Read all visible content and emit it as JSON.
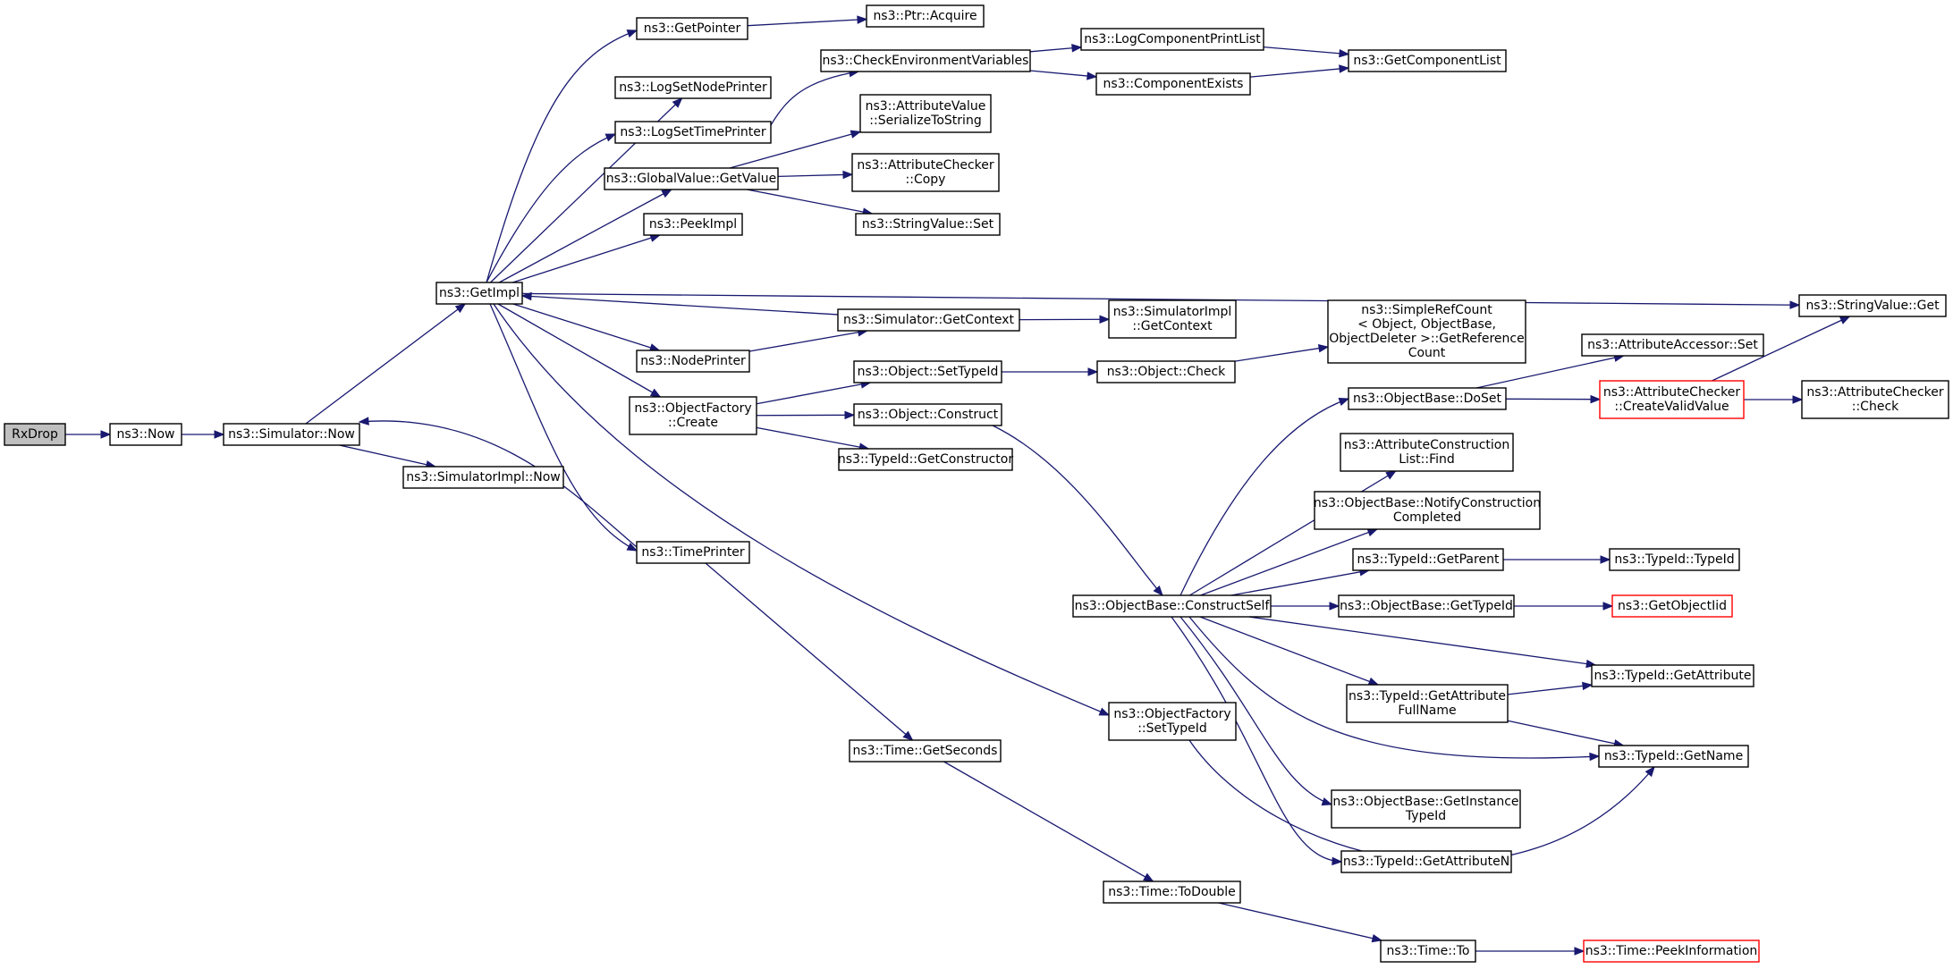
{
  "colors": {
    "edge": "#191970",
    "truncated_border": "#ff0000",
    "root_fill": "#bfbfbf"
  },
  "nodes": [
    {
      "id": "rxdrop",
      "lines": [
        "RxDrop"
      ],
      "style": "root"
    },
    {
      "id": "now",
      "lines": [
        "ns3::Now"
      ]
    },
    {
      "id": "simnow",
      "lines": [
        "ns3::Simulator::Now"
      ]
    },
    {
      "id": "getimpl",
      "lines": [
        "ns3::GetImpl"
      ]
    },
    {
      "id": "simimplnow",
      "lines": [
        "ns3::SimulatorImpl::Now"
      ]
    },
    {
      "id": "getpointer",
      "lines": [
        "ns3::GetPointer"
      ]
    },
    {
      "id": "ptracquire",
      "lines": [
        "ns3::Ptr::Acquire"
      ]
    },
    {
      "id": "logsetnodeprinter",
      "lines": [
        "ns3::LogSetNodePrinter"
      ]
    },
    {
      "id": "logsettimeprinter",
      "lines": [
        "ns3::LogSetTimePrinter"
      ]
    },
    {
      "id": "checkenv",
      "lines": [
        "ns3::CheckEnvironmentVariables"
      ]
    },
    {
      "id": "logcomponentprintlist",
      "lines": [
        "ns3::LogComponentPrintList"
      ]
    },
    {
      "id": "componentexists",
      "lines": [
        "ns3::ComponentExists"
      ]
    },
    {
      "id": "getcomponentlist",
      "lines": [
        "ns3::GetComponentList"
      ]
    },
    {
      "id": "globalvaluegetvalue",
      "lines": [
        "ns3::GlobalValue::GetValue"
      ]
    },
    {
      "id": "attrvalueserialize",
      "lines": [
        "ns3::AttributeValue",
        "::SerializeToString"
      ]
    },
    {
      "id": "attrcheckercopy",
      "lines": [
        "ns3::AttributeChecker",
        "::Copy"
      ]
    },
    {
      "id": "stringvalueset",
      "lines": [
        "ns3::StringValue::Set"
      ]
    },
    {
      "id": "peekimpl",
      "lines": [
        "ns3::PeekImpl"
      ]
    },
    {
      "id": "stringvalueget",
      "lines": [
        "ns3::StringValue::Get"
      ]
    },
    {
      "id": "simgetcontext",
      "lines": [
        "ns3::Simulator::GetContext"
      ]
    },
    {
      "id": "simimplgetcontext",
      "lines": [
        "ns3::SimulatorImpl",
        "::GetContext"
      ]
    },
    {
      "id": "nodeprinter",
      "lines": [
        "ns3::NodePrinter"
      ]
    },
    {
      "id": "simplerefcount",
      "lines": [
        "ns3::SimpleRefCount",
        "< Object, ObjectBase,",
        " ObjectDeleter >::GetReference",
        "Count"
      ]
    },
    {
      "id": "objectfactorycreate",
      "lines": [
        "ns3::ObjectFactory",
        "::Create"
      ]
    },
    {
      "id": "objectsettypeid",
      "lines": [
        "ns3::Object::SetTypeId"
      ]
    },
    {
      "id": "objectcheck",
      "lines": [
        "ns3::Object::Check"
      ]
    },
    {
      "id": "objectconstruct",
      "lines": [
        "ns3::Object::Construct"
      ]
    },
    {
      "id": "typeidgetconstructor",
      "lines": [
        "ns3::TypeId::GetConstructor"
      ]
    },
    {
      "id": "attraccessorset",
      "lines": [
        "ns3::AttributeAccessor::Set"
      ]
    },
    {
      "id": "objectbasedoset",
      "lines": [
        "ns3::ObjectBase::DoSet"
      ]
    },
    {
      "id": "attrcheckercreatevalid",
      "lines": [
        "ns3::AttributeChecker",
        "::CreateValidValue"
      ],
      "style": "truncated"
    },
    {
      "id": "attrcheckercheck",
      "lines": [
        "ns3::AttributeChecker",
        "::Check"
      ]
    },
    {
      "id": "attrconstructionlistfind",
      "lines": [
        "ns3::AttributeConstruction",
        "List::Find"
      ]
    },
    {
      "id": "notifyconstruction",
      "lines": [
        "ns3::ObjectBase::NotifyConstruction",
        "Completed"
      ]
    },
    {
      "id": "timeprinter",
      "lines": [
        "ns3::TimePrinter"
      ]
    },
    {
      "id": "typeidgetparent",
      "lines": [
        "ns3::TypeId::GetParent"
      ]
    },
    {
      "id": "typeidtypeid",
      "lines": [
        "ns3::TypeId::TypeId"
      ]
    },
    {
      "id": "constructself",
      "lines": [
        "ns3::ObjectBase::ConstructSelf"
      ]
    },
    {
      "id": "objectbasegettypeid",
      "lines": [
        "ns3::ObjectBase::GetTypeId"
      ]
    },
    {
      "id": "getobjectiid",
      "lines": [
        "ns3::GetObjectIid"
      ],
      "style": "truncated"
    },
    {
      "id": "typeidgetattribute",
      "lines": [
        "ns3::TypeId::GetAttribute"
      ]
    },
    {
      "id": "typeidgetattrfullname",
      "lines": [
        "ns3::TypeId::GetAttribute",
        "FullName"
      ]
    },
    {
      "id": "objectfactorysettypeid",
      "lines": [
        "ns3::ObjectFactory",
        "::SetTypeId"
      ]
    },
    {
      "id": "timegetseconds",
      "lines": [
        "ns3::Time::GetSeconds"
      ]
    },
    {
      "id": "typeidgetname",
      "lines": [
        "ns3::TypeId::GetName"
      ]
    },
    {
      "id": "getinstancetypeid",
      "lines": [
        "ns3::ObjectBase::GetInstance",
        "TypeId"
      ]
    },
    {
      "id": "typeidgetattributen",
      "lines": [
        "ns3::TypeId::GetAttributeN"
      ]
    },
    {
      "id": "timetodouble",
      "lines": [
        "ns3::Time::ToDouble"
      ]
    },
    {
      "id": "timeto",
      "lines": [
        "ns3::Time::To"
      ]
    },
    {
      "id": "timepeekinformation",
      "lines": [
        "ns3::Time::PeekInformation"
      ],
      "style": "truncated"
    }
  ],
  "edges": [
    [
      "rxdrop",
      "now"
    ],
    [
      "now",
      "simnow"
    ],
    [
      "simnow",
      "getimpl"
    ],
    [
      "simnow",
      "simimplnow"
    ],
    [
      "getimpl",
      "getpointer"
    ],
    [
      "getimpl",
      "logsetnodeprinter"
    ],
    [
      "getimpl",
      "logsettimeprinter"
    ],
    [
      "getimpl",
      "globalvaluegetvalue"
    ],
    [
      "getimpl",
      "peekimpl"
    ],
    [
      "getimpl",
      "stringvalueget"
    ],
    [
      "getimpl",
      "nodeprinter"
    ],
    [
      "getimpl",
      "objectfactorycreate"
    ],
    [
      "getimpl",
      "timeprinter"
    ],
    [
      "getimpl",
      "objectfactorysettypeid"
    ],
    [
      "getpointer",
      "ptracquire"
    ],
    [
      "logsettimeprinter",
      "checkenv"
    ],
    [
      "checkenv",
      "logcomponentprintlist"
    ],
    [
      "checkenv",
      "componentexists"
    ],
    [
      "logcomponentprintlist",
      "getcomponentlist"
    ],
    [
      "componentexists",
      "getcomponentlist"
    ],
    [
      "globalvaluegetvalue",
      "attrvalueserialize"
    ],
    [
      "globalvaluegetvalue",
      "attrcheckercopy"
    ],
    [
      "globalvaluegetvalue",
      "stringvalueset"
    ],
    [
      "simgetcontext",
      "getimpl"
    ],
    [
      "simgetcontext",
      "simimplgetcontext"
    ],
    [
      "nodeprinter",
      "simgetcontext"
    ],
    [
      "objectfactorycreate",
      "objectsettypeid"
    ],
    [
      "objectfactorycreate",
      "objectconstruct"
    ],
    [
      "objectfactorycreate",
      "typeidgetconstructor"
    ],
    [
      "objectsettypeid",
      "objectcheck"
    ],
    [
      "objectcheck",
      "simplerefcount"
    ],
    [
      "objectconstruct",
      "constructself"
    ],
    [
      "constructself",
      "objectbasedoset"
    ],
    [
      "constructself",
      "attrconstructionlistfind"
    ],
    [
      "constructself",
      "notifyconstruction"
    ],
    [
      "constructself",
      "typeidgetparent"
    ],
    [
      "constructself",
      "objectbasegettypeid"
    ],
    [
      "constructself",
      "typeidgetattribute"
    ],
    [
      "constructself",
      "typeidgetattrfullname"
    ],
    [
      "constructself",
      "typeidgetname"
    ],
    [
      "constructself",
      "getinstancetypeid"
    ],
    [
      "constructself",
      "typeidgetattributen"
    ],
    [
      "objectbasedoset",
      "attraccessorset"
    ],
    [
      "objectbasedoset",
      "attrcheckercreatevalid"
    ],
    [
      "attrcheckercreatevalid",
      "stringvalueget"
    ],
    [
      "attrcheckercreatevalid",
      "attrcheckercheck"
    ],
    [
      "typeidgetparent",
      "typeidtypeid"
    ],
    [
      "objectbasegettypeid",
      "getobjectiid"
    ],
    [
      "typeidgetattrfullname",
      "typeidgetattribute"
    ],
    [
      "typeidgetattrfullname",
      "typeidgetname"
    ],
    [
      "objectfactorysettypeid",
      "typeidgetname"
    ],
    [
      "timeprinter",
      "simnow"
    ],
    [
      "timeprinter",
      "timegetseconds"
    ],
    [
      "timegetseconds",
      "timetodouble"
    ],
    [
      "timetodouble",
      "timeto"
    ],
    [
      "timeto",
      "timepeekinformation"
    ]
  ]
}
